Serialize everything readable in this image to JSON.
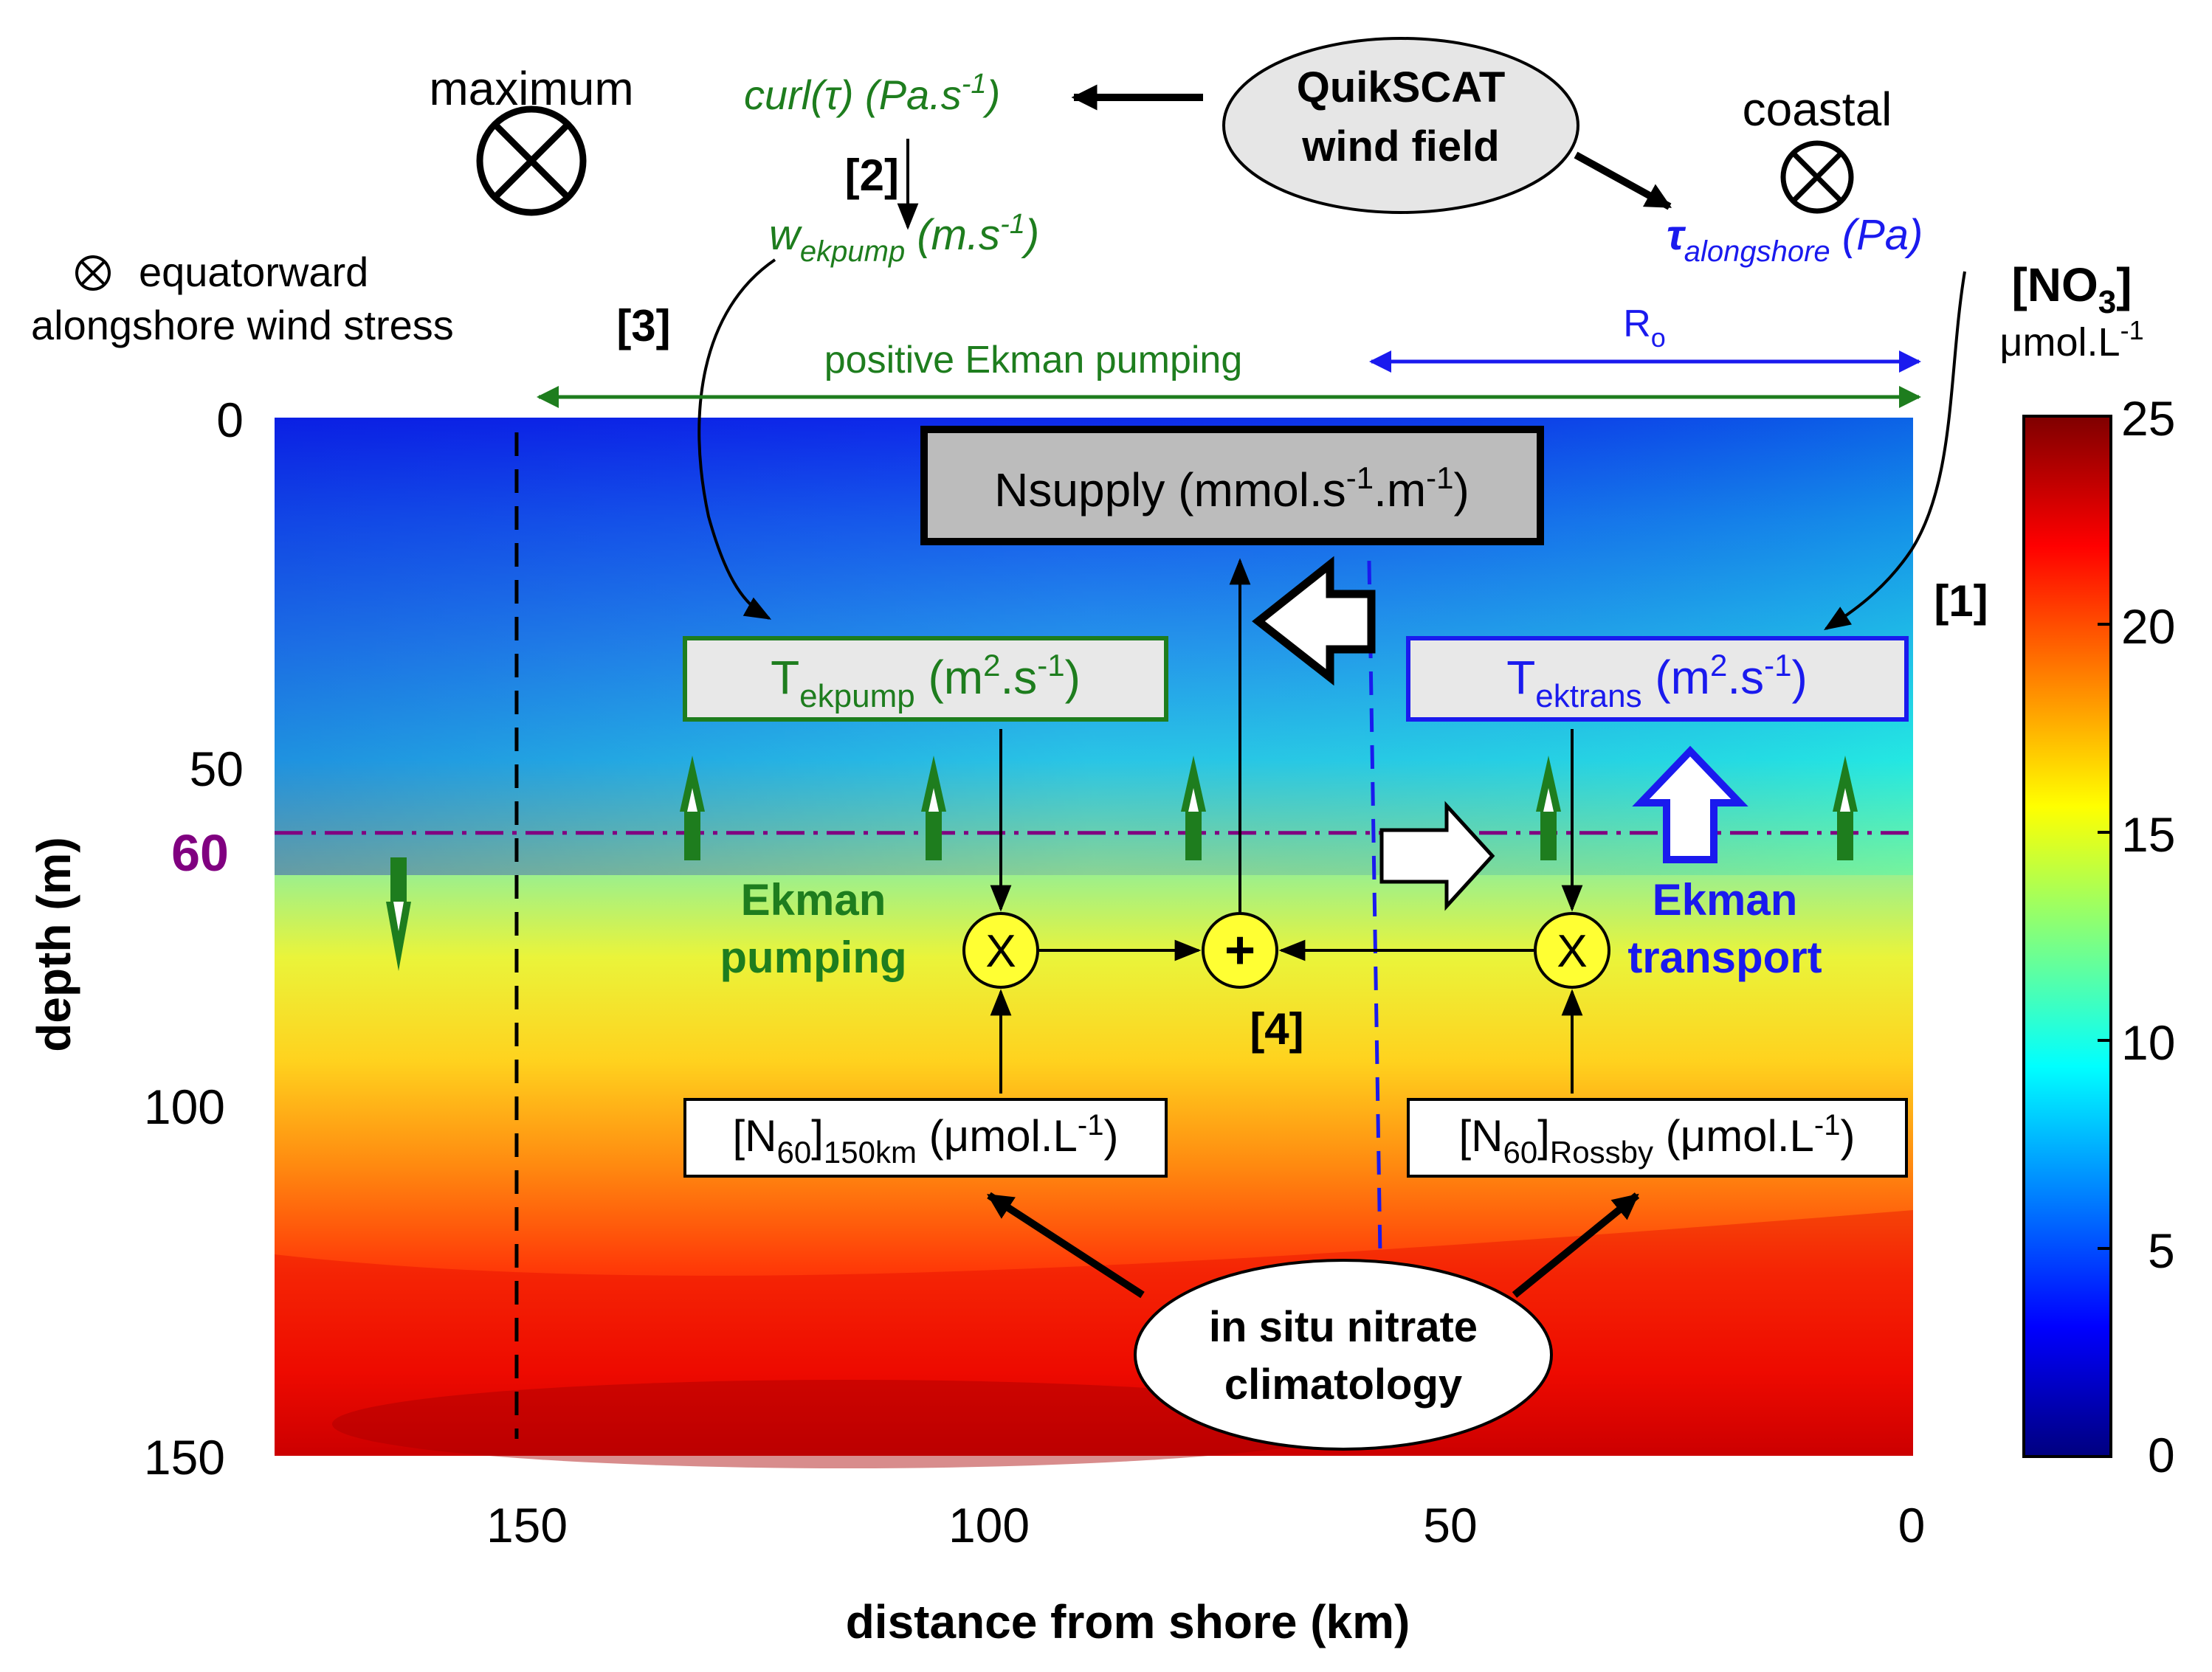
{
  "legend": {
    "maximum": "maximum",
    "coastal": "coastal",
    "equatorward_line1": "equatorward",
    "equatorward_line2": "alongshore wind stress"
  },
  "inputs": {
    "quikscat_line1": "QuikSCAT",
    "quikscat_line2": "wind field",
    "curl_main": "curl(",
    "curl_tau": "τ",
    "curl_close": ") (Pa.s",
    "curl_exp": "-1",
    "curl_end": ")",
    "wek_w": "w",
    "wek_sub": "ekpump",
    "wek_unit": " (m.s",
    "wek_exp": "-1",
    "wek_end": ")",
    "tau_sym": "τ",
    "tau_sub": "alongshore",
    "tau_unit": " (Pa)"
  },
  "steps": {
    "s1": "[1]",
    "s2": "[2]",
    "s3": "[3]",
    "s4": "[4]"
  },
  "spans": {
    "pumping": "positive Ekman pumping",
    "rossby_R": "R",
    "rossby_sub": "o"
  },
  "boxes": {
    "nsupply": {
      "a": "Nsupply (mmol.s",
      "e1": "-1",
      "b": ".m",
      "e2": "-1",
      "c": ")"
    },
    "tekpump": {
      "T": "T",
      "sub": "ekpump",
      "a": " (m",
      "e1": "2",
      "b": ".s",
      "e2": "-1",
      "c": ")"
    },
    "tektrans": {
      "T": "T",
      "sub": "ektrans",
      "a": " (m",
      "e1": "2",
      "b": ".s",
      "e2": "-1",
      "c": ")"
    },
    "n150": {
      "a": "[N",
      "sub1": "60",
      "b": "]",
      "sub2": "150km",
      "c": " (μmol.L",
      "e": "-1",
      "d": ")"
    },
    "nrossby": {
      "a": "[N",
      "sub1": "60",
      "b": "]",
      "sub2": "Rossby",
      "c": " (μmol.L",
      "e": "-1",
      "d": ")"
    },
    "climatology_line1": "in situ nitrate",
    "climatology_line2": "climatology"
  },
  "ops": {
    "multiply": "X",
    "plus": "+"
  },
  "labels": {
    "ekman_pumping_1": "Ekman",
    "ekman_pumping_2": "pumping",
    "ekman_transport_1": "Ekman",
    "ekman_transport_2": "transport"
  },
  "colors": {
    "green": "#1e7d1e",
    "blue": "#1a1aee",
    "purple": "#800080",
    "yellow": "#ffff33"
  },
  "colorbar": {
    "title": "[NO",
    "title_sub": "3",
    "title_end": "]",
    "unit": "μmol.L",
    "unit_exp": "-1",
    "ticks": [
      "25",
      "20",
      "15",
      "10",
      "5",
      "0"
    ],
    "colormap": "jet"
  },
  "chart_data": {
    "type": "heatmap",
    "quantity": "[NO3]",
    "xlabel": "distance from shore (km)",
    "ylabel": "depth (m)",
    "xlim": [
      176,
      0
    ],
    "ylim": [
      0,
      150
    ],
    "xticks": [
      "150",
      "100",
      "50",
      "0"
    ],
    "yticks": [
      "0",
      "50",
      "100",
      "150"
    ],
    "highlight_depth": {
      "value": 60,
      "label": "60"
    },
    "offshore_limit_km": 150,
    "rossby_radius_km": 58,
    "clim": [
      0,
      25
    ]
  }
}
